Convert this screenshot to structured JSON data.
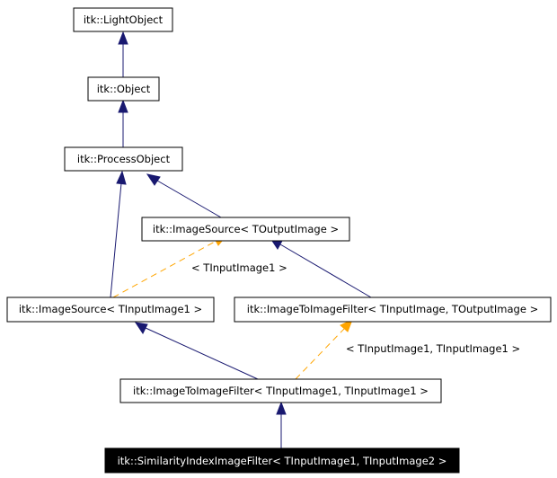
{
  "colors": {
    "inheritance_edge": "#191970",
    "template_edge": "#ffa500",
    "focus_node_fill": "#000000",
    "focus_node_text": "#ffffff"
  },
  "nodes": {
    "light_object": "itk::LightObject",
    "object": "itk::Object",
    "process_object": "itk::ProcessObject",
    "image_source_output": "itk::ImageSource< TOutputImage >",
    "image_source_input1": "itk::ImageSource< TInputImage1 >",
    "image_to_image_filter_generic": "itk::ImageToImageFilter< TInputImage, TOutputImage >",
    "image_to_image_filter_input1": "itk::ImageToImageFilter< TInputImage1, TInputImage1 >",
    "similarity_index_filter": "itk::SimilarityIndexImageFilter< TInputImage1, TInputImage2 >"
  },
  "edge_labels": {
    "template_image_source": "< TInputImage1 >",
    "template_image_to_image": "< TInputImage1, TInputImage1 >"
  }
}
